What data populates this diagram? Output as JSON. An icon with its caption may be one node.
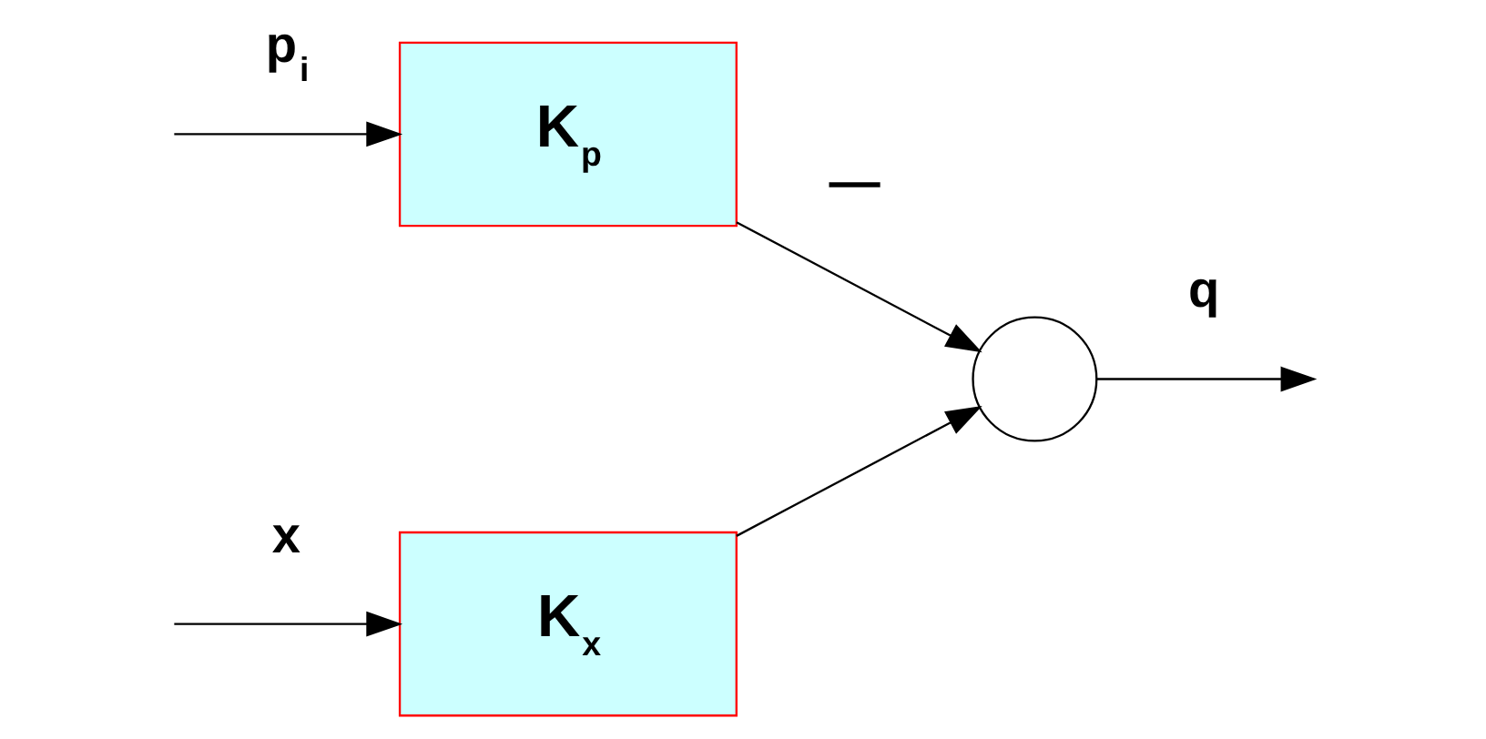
{
  "diagram": {
    "nodes": [
      {
        "text": [
          "K$_{p}$"
        ]
      },
      {
        "text": [
          "K$_{x}$"
        ]
      },
      {
        "text": [],
        "shape": "circle"
      }
    ],
    "edges": [
      {
        "from": null,
        "to": 0,
        "arrow": "to",
        "label": "p$_{i}$"
      },
      {
        "from": null,
        "to": 1,
        "arrow": "to",
        "label": "x"
      },
      {
        "from": 0,
        "to": 2,
        "arrow": "to",
        "label": "—"
      },
      {
        "from": 1,
        "to": 2,
        "arrow": "to"
      },
      {
        "from": 2,
        "to": null,
        "arrow": "to",
        "label": "q"
      }
    ]
  }
}
